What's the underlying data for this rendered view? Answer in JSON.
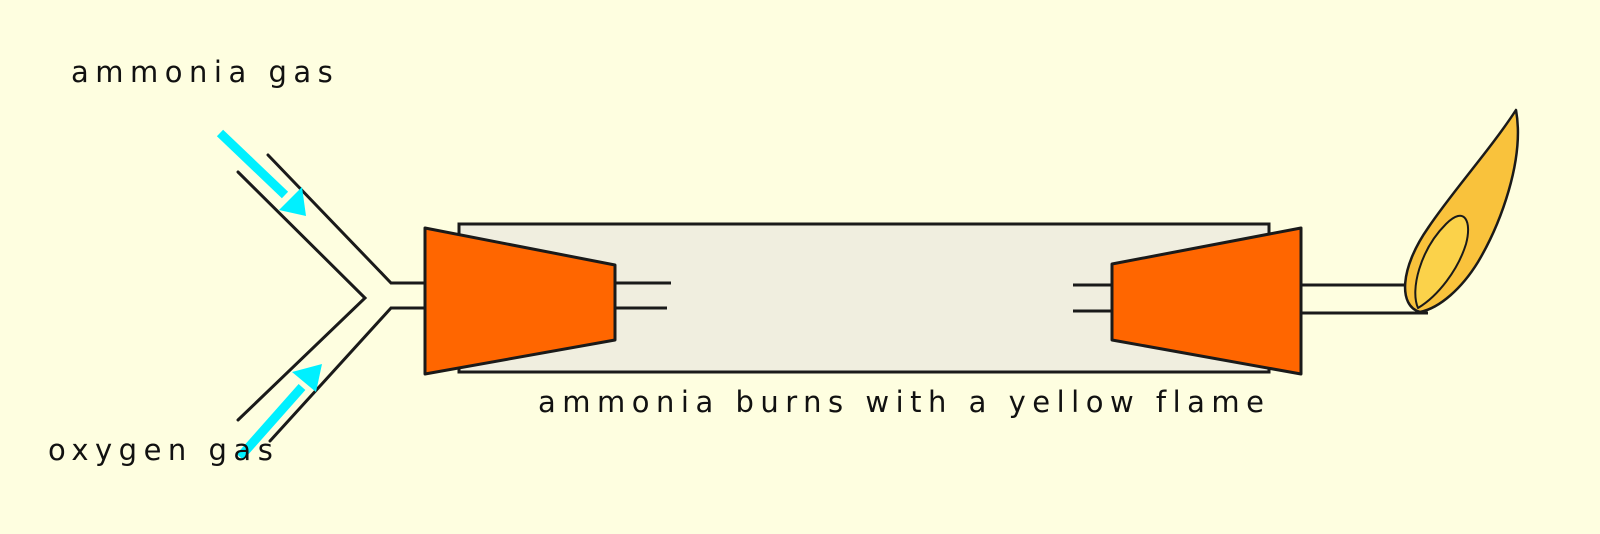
{
  "labels": {
    "ammonia_gas": "ammonia gas",
    "oxygen_gas": "oxygen gas",
    "caption": "ammonia burns with a yellow flame"
  },
  "colors": {
    "background": "#fefee0",
    "tube": "#f0eedf",
    "stopper": "#ff6600",
    "arrow": "#00f0ff",
    "flame_outer": "#f9c23c",
    "flame_inner": "#fbd24a",
    "outline": "#1a1a1a"
  },
  "icons": {
    "inflow_arrows": "arrow-icon",
    "flame": "flame-icon"
  }
}
